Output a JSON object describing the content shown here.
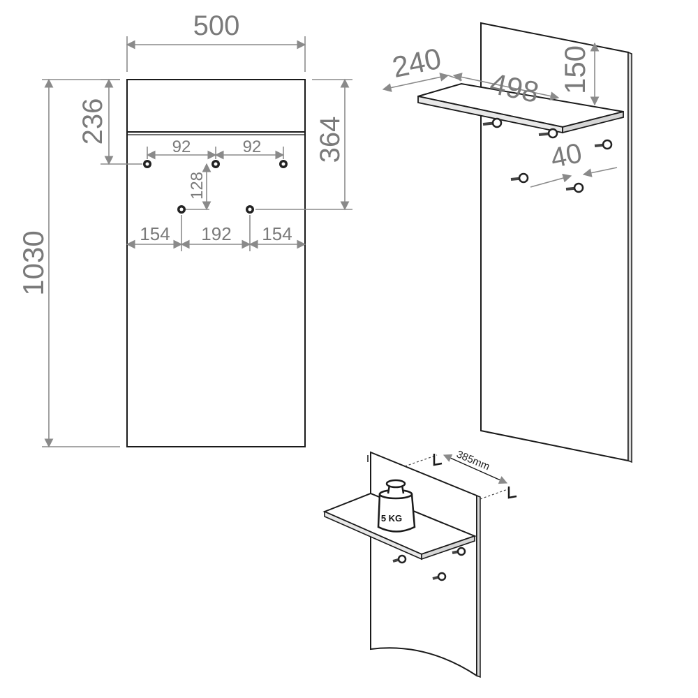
{
  "front_view": {
    "width": "500",
    "height": "1030",
    "shelf_height": "236",
    "hook_row_height": "364",
    "hook_spacing_left": "92",
    "hook_spacing_right": "92",
    "row_gap": "128",
    "lower_left": "154",
    "lower_mid": "192",
    "lower_right": "154"
  },
  "perspective_view": {
    "shelf_depth": "240",
    "shelf_width": "498",
    "panel_top": "150",
    "hook_depth": "40"
  },
  "load_view": {
    "span": "385mm",
    "weight": "5 KG"
  }
}
